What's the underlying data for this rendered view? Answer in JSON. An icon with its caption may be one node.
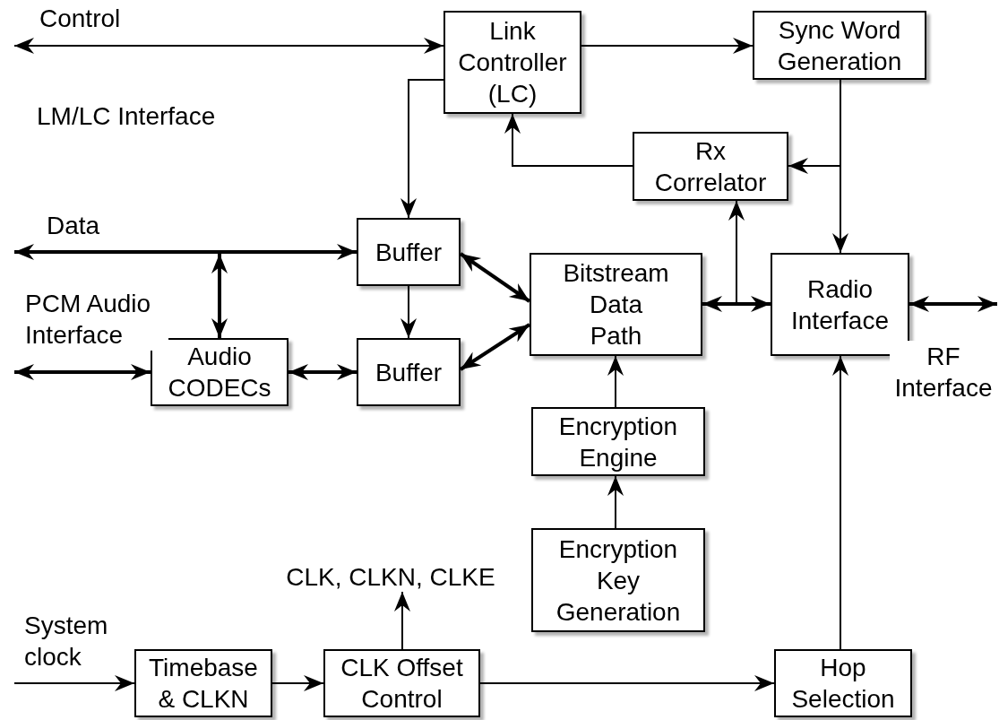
{
  "diagram": {
    "nodes": [
      {
        "text": [
          "Link Controller (LC)"
        ]
      },
      {
        "text": [
          "Sync Word Generation"
        ]
      },
      {
        "text": [
          "Rx Correlator"
        ]
      },
      {
        "text": [
          "Buffer"
        ]
      },
      {
        "text": [
          "Bitstream Data Path"
        ]
      },
      {
        "text": [
          "Radio Interface"
        ]
      },
      {
        "text": [
          "Audio CODECs"
        ]
      },
      {
        "text": [
          "Buffer"
        ]
      },
      {
        "text": [
          "Encryption Engine"
        ]
      },
      {
        "text": [
          "Encryption Key Generation"
        ]
      },
      {
        "text": [
          "Timebase & CLKN"
        ]
      },
      {
        "text": [
          "CLK Offset Control"
        ]
      },
      {
        "text": [
          "Hop Selection"
        ]
      },
      {
        "text": [
          "CLK, CLKN, CLKE"
        ]
      }
    ],
    "edges": [
      {
        "from": null,
        "to": 0,
        "arrow": "both",
        "label": "Control"
      },
      {
        "from": 0,
        "to": 1,
        "arrow": "to"
      },
      {
        "from": 0,
        "to": 3,
        "arrow": "to"
      },
      {
        "from": 1,
        "to": 5,
        "arrow": "to"
      },
      {
        "from": 1,
        "to": 2,
        "arrow": "to"
      },
      {
        "from": 2,
        "to": 0,
        "arrow": "to"
      },
      {
        "from": null,
        "to": 3,
        "arrow": "both",
        "label": "Data",
        "style": "thick"
      },
      {
        "from": null,
        "to": 6,
        "arrow": "both",
        "style": "thick"
      },
      {
        "from": null,
        "to": 6,
        "arrow": "both",
        "label": "PCM Audio Interface",
        "style": "thick"
      },
      {
        "from": 6,
        "to": 7,
        "arrow": "both",
        "style": "thick"
      },
      {
        "from": 3,
        "to": 7,
        "arrow": "to"
      },
      {
        "from": 3,
        "to": 4,
        "arrow": "both",
        "style": "thick"
      },
      {
        "from": 7,
        "to": 4,
        "arrow": "both",
        "style": "thick"
      },
      {
        "from": 4,
        "to": 5,
        "arrow": "both",
        "style": "thick"
      },
      {
        "from": 4,
        "to": 2,
        "arrow": "to"
      },
      {
        "from": 8,
        "to": 4,
        "arrow": "to"
      },
      {
        "from": 9,
        "to": 8,
        "arrow": "to"
      },
      {
        "from": null,
        "to": 10,
        "arrow": "to",
        "label": "System clock"
      },
      {
        "from": 10,
        "to": 11,
        "arrow": "to"
      },
      {
        "from": 11,
        "to": 13,
        "arrow": "to"
      },
      {
        "from": 11,
        "to": 12,
        "arrow": "to"
      },
      {
        "from": 12,
        "to": 5,
        "arrow": "to"
      },
      {
        "from": 5,
        "to": null,
        "arrow": "both",
        "label": "RF Interface",
        "style": "thick"
      }
    ],
    "labels": [
      "LM/LC Interface"
    ]
  }
}
